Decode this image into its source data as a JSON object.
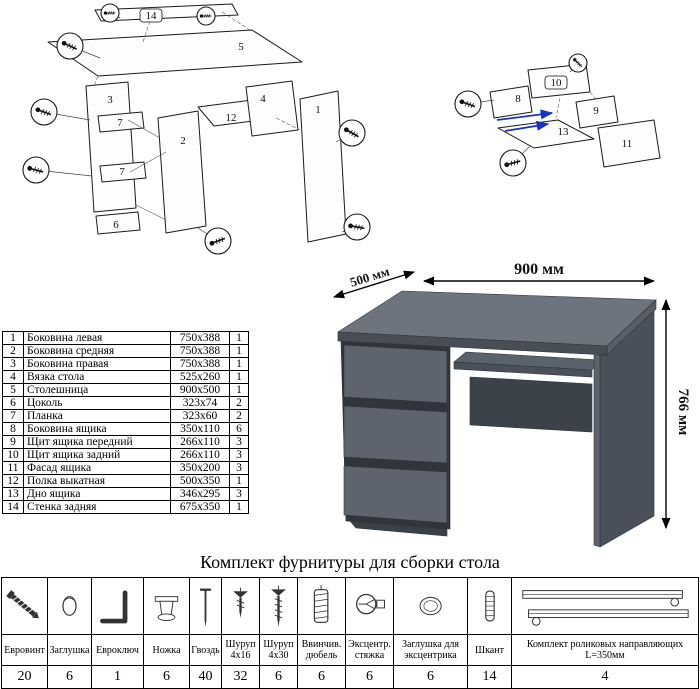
{
  "page": {
    "hardware_title": "Комплект фурнитуры для сборки стола"
  },
  "dimensions": {
    "depth": "500 мм",
    "width": "900 мм",
    "height": "766 мм"
  },
  "diagram_main": {
    "labels": {
      "p14": "14",
      "p5": "5",
      "p3": "3",
      "p7a": "7",
      "p7b": "7",
      "p6": "6",
      "p2": "2",
      "p12": "12",
      "p4": "4",
      "p1": "1"
    }
  },
  "diagram_drawer": {
    "labels": {
      "p10": "10",
      "p8": "8",
      "p9": "9",
      "p13": "13",
      "p11": "11"
    }
  },
  "parts_table": {
    "rows": [
      {
        "num": "1",
        "name": "Боковина левая",
        "size": "750x388",
        "qty": "1"
      },
      {
        "num": "2",
        "name": "Боковина средняя",
        "size": "750x388",
        "qty": "1"
      },
      {
        "num": "3",
        "name": "Боковина правая",
        "size": "750x388",
        "qty": "1"
      },
      {
        "num": "4",
        "name": "Вязка стола",
        "size": "525x260",
        "qty": "1"
      },
      {
        "num": "5",
        "name": "Столешница",
        "size": "900x500",
        "qty": "1"
      },
      {
        "num": "6",
        "name": "Цоколь",
        "size": "323x74",
        "qty": "2"
      },
      {
        "num": "7",
        "name": "Планка",
        "size": "323x60",
        "qty": "2"
      },
      {
        "num": "8",
        "name": "Боковина ящика",
        "size": "350x110",
        "qty": "6"
      },
      {
        "num": "9",
        "name": "Щит ящика передний",
        "size": "266x110",
        "qty": "3"
      },
      {
        "num": "10",
        "name": "Щит ящика задний",
        "size": "266x110",
        "qty": "3"
      },
      {
        "num": "11",
        "name": "Фасад ящика",
        "size": "350x200",
        "qty": "3"
      },
      {
        "num": "12",
        "name": "Полка выкатная",
        "size": "500x350",
        "qty": "1"
      },
      {
        "num": "13",
        "name": "Дно ящика",
        "size": "346x295",
        "qty": "3"
      },
      {
        "num": "14",
        "name": "Стенка задняя",
        "size": "675x350",
        "qty": "1"
      }
    ]
  },
  "hardware_table": {
    "items": [
      {
        "name": "Евровинт",
        "qty": "20",
        "icon": "euro-screw-icon"
      },
      {
        "name": "Заглушка",
        "qty": "6",
        "icon": "plug-icon"
      },
      {
        "name": "Евроключ",
        "qty": "1",
        "icon": "hex-key-icon"
      },
      {
        "name": "Ножка",
        "qty": "6",
        "icon": "leg-icon"
      },
      {
        "name": "Гвоздь",
        "qty": "40",
        "icon": "nail-icon"
      },
      {
        "name": "Шуруп 4x16",
        "qty": "32",
        "icon": "screw-short-icon"
      },
      {
        "name": "Шуруп 4x30",
        "qty": "6",
        "icon": "screw-long-icon"
      },
      {
        "name": "Ввинчив. дюбель",
        "qty": "6",
        "icon": "screw-in-dowel-icon"
      },
      {
        "name": "Эксцентр. стяжка",
        "qty": "6",
        "icon": "cam-lock-icon"
      },
      {
        "name": "Заглушка для эксцентрика",
        "qty": "6",
        "icon": "cam-cover-icon"
      },
      {
        "name": "Шкант",
        "qty": "14",
        "icon": "wood-dowel-icon"
      },
      {
        "name": "Комплект роликовых направляющих L=350мм",
        "qty": "4",
        "icon": "roller-slides-icon"
      }
    ]
  }
}
